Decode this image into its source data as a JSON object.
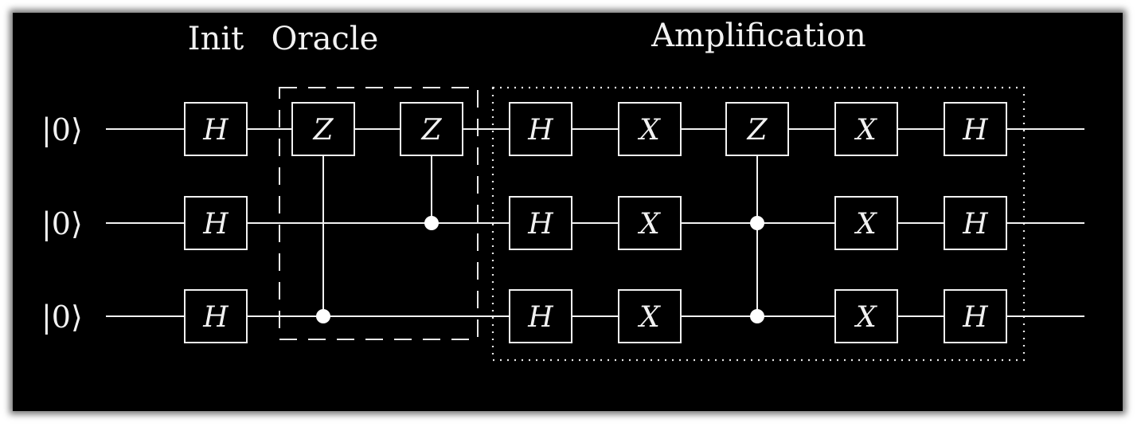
{
  "section_labels": {
    "init": "Init",
    "oracle": "Oracle",
    "amplification": "Amplification"
  },
  "qubits": [
    {
      "label": "|0⟩"
    },
    {
      "label": "|0⟩"
    },
    {
      "label": "|0⟩"
    }
  ],
  "columns": [
    {
      "name": "init-h",
      "gates": [
        {
          "qubit": 0,
          "label": "H"
        },
        {
          "qubit": 1,
          "label": "H"
        },
        {
          "qubit": 2,
          "label": "H"
        }
      ]
    },
    {
      "name": "oracle-cz-1",
      "gates": [
        {
          "qubit": 0,
          "label": "Z"
        }
      ],
      "controls": [
        2
      ]
    },
    {
      "name": "oracle-cz-2",
      "gates": [
        {
          "qubit": 0,
          "label": "Z"
        }
      ],
      "controls": [
        1
      ]
    },
    {
      "name": "amp-h-1",
      "gates": [
        {
          "qubit": 0,
          "label": "H"
        },
        {
          "qubit": 1,
          "label": "H"
        },
        {
          "qubit": 2,
          "label": "H"
        }
      ]
    },
    {
      "name": "amp-x-1",
      "gates": [
        {
          "qubit": 0,
          "label": "X"
        },
        {
          "qubit": 1,
          "label": "X"
        },
        {
          "qubit": 2,
          "label": "X"
        }
      ]
    },
    {
      "name": "amp-ccz",
      "gates": [
        {
          "qubit": 0,
          "label": "Z"
        }
      ],
      "controls": [
        1,
        2
      ]
    },
    {
      "name": "amp-x-2",
      "gates": [
        {
          "qubit": 0,
          "label": "X"
        },
        {
          "qubit": 1,
          "label": "X"
        },
        {
          "qubit": 2,
          "label": "X"
        }
      ]
    },
    {
      "name": "amp-h-2",
      "gates": [
        {
          "qubit": 0,
          "label": "H"
        },
        {
          "qubit": 1,
          "label": "H"
        },
        {
          "qubit": 2,
          "label": "H"
        }
      ]
    }
  ],
  "colors": {
    "background": "#000000",
    "foreground": "#f2f2f2",
    "page": "#ffffff"
  }
}
